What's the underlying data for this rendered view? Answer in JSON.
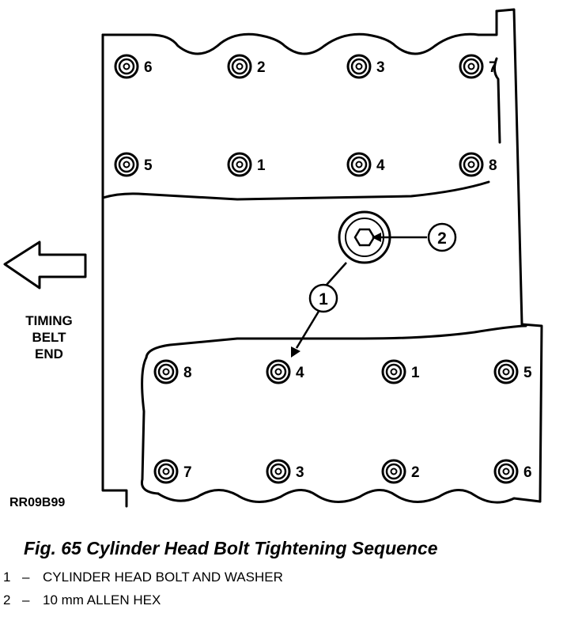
{
  "figure": {
    "title": "Fig. 65 Cylinder Head Bolt Tightening Sequence",
    "code": "RR09B99",
    "timing_label": [
      "TIMING",
      "BELT",
      "END"
    ],
    "callouts": [
      "1",
      "2"
    ]
  },
  "upper_bank": {
    "top_row": [
      "6",
      "2",
      "3",
      "7"
    ],
    "bottom_row": [
      "5",
      "1",
      "4",
      "8"
    ]
  },
  "lower_bank": {
    "top_row": [
      "8",
      "4",
      "1",
      "5"
    ],
    "bottom_row": [
      "7",
      "3",
      "2",
      "6"
    ]
  },
  "legend": [
    {
      "num": "1",
      "dash": "–",
      "text": "CYLINDER HEAD BOLT AND WASHER"
    },
    {
      "num": "2",
      "dash": "–",
      "text": "10 mm ALLEN HEX"
    }
  ]
}
